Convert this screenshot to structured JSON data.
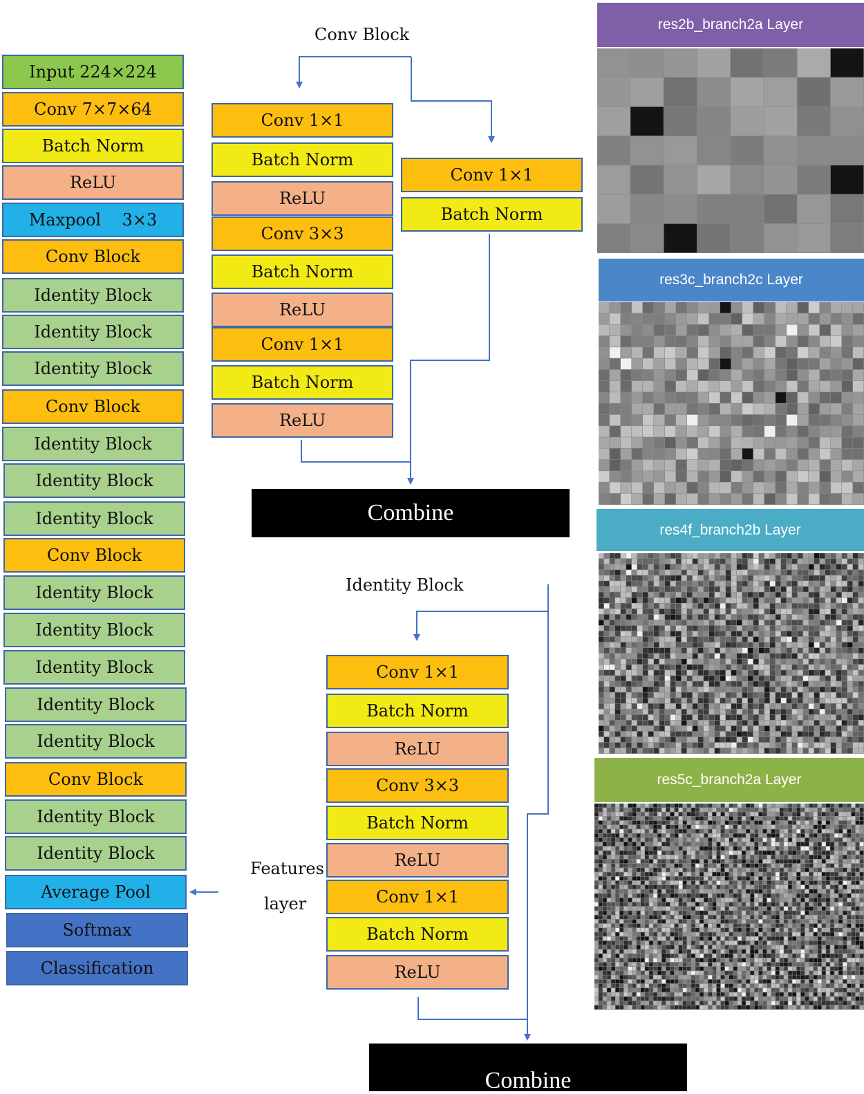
{
  "colors": {
    "input": "#8cc84b",
    "conv": "#fdbe10",
    "batchnorm": "#f2ea14",
    "relu": "#f4b188",
    "pool": "#22b0e8",
    "identity": "#a9d18e",
    "softmax": "#4472c4",
    "arrow": "#4472c4"
  },
  "main_column": [
    {
      "label": "Input 224×224",
      "kind": "input"
    },
    {
      "label": "Conv 7×7×64",
      "kind": "conv"
    },
    {
      "label": "Batch Norm",
      "kind": "batchnorm"
    },
    {
      "label": "ReLU",
      "kind": "relu"
    },
    {
      "label": "Maxpool    3×3",
      "kind": "pool"
    },
    {
      "label": "Conv Block",
      "kind": "conv"
    },
    {
      "label": "Identity Block",
      "kind": "identity"
    },
    {
      "label": "Identity Block",
      "kind": "identity"
    },
    {
      "label": "Identity Block",
      "kind": "identity"
    },
    {
      "label": "Conv Block",
      "kind": "conv"
    },
    {
      "label": "Identity Block",
      "kind": "identity"
    },
    {
      "label": "Identity Block",
      "kind": "identity"
    },
    {
      "label": "Identity Block",
      "kind": "identity"
    },
    {
      "label": "Conv Block",
      "kind": "conv"
    },
    {
      "label": "Identity Block",
      "kind": "identity"
    },
    {
      "label": "Identity Block",
      "kind": "identity"
    },
    {
      "label": "Identity Block",
      "kind": "identity"
    },
    {
      "label": "Identity Block",
      "kind": "identity"
    },
    {
      "label": "Identity Block",
      "kind": "identity"
    },
    {
      "label": "Conv Block",
      "kind": "conv"
    },
    {
      "label": "Identity Block",
      "kind": "identity"
    },
    {
      "label": "Identity Block",
      "kind": "identity"
    },
    {
      "label": "Average Pool",
      "kind": "pool"
    },
    {
      "label": "Softmax",
      "kind": "softmax"
    },
    {
      "label": "Classification",
      "kind": "softmax"
    }
  ],
  "conv_block": {
    "title": "Conv Block",
    "main_path": [
      {
        "label": "Conv 1×1",
        "kind": "conv"
      },
      {
        "label": "Batch Norm",
        "kind": "batchnorm"
      },
      {
        "label": "ReLU",
        "kind": "relu"
      },
      {
        "label": "Conv 3×3",
        "kind": "conv"
      },
      {
        "label": "Batch Norm",
        "kind": "batchnorm"
      },
      {
        "label": "ReLU",
        "kind": "relu"
      },
      {
        "label": "Conv 1×1",
        "kind": "conv"
      },
      {
        "label": "Batch Norm",
        "kind": "batchnorm"
      },
      {
        "label": "ReLU",
        "kind": "relu"
      }
    ],
    "shortcut": [
      {
        "label": "Conv 1×1",
        "kind": "conv"
      },
      {
        "label": "Batch Norm",
        "kind": "batchnorm"
      }
    ],
    "combine": "Combine"
  },
  "identity_block": {
    "title": "Identity Block",
    "main_path": [
      {
        "label": "Conv 1×1",
        "kind": "conv"
      },
      {
        "label": "Batch Norm",
        "kind": "batchnorm"
      },
      {
        "label": "ReLU",
        "kind": "relu"
      },
      {
        "label": "Conv 3×3",
        "kind": "conv"
      },
      {
        "label": "Batch Norm",
        "kind": "batchnorm"
      },
      {
        "label": "ReLU",
        "kind": "relu"
      },
      {
        "label": "Conv 1×1",
        "kind": "conv"
      },
      {
        "label": "Batch Norm",
        "kind": "batchnorm"
      },
      {
        "label": "ReLU",
        "kind": "relu"
      }
    ],
    "combine": "Combine"
  },
  "features_label": {
    "line1": "Features",
    "line2": "layer"
  },
  "feature_maps": [
    {
      "title": "res2b_branch2a Layer",
      "color": "#7f5fa8"
    },
    {
      "title": "res3c_branch2c Layer",
      "color": "#4a86c8"
    },
    {
      "title": "res4f_branch2b Layer",
      "color": "#4bacc6"
    },
    {
      "title": "res5c_branch2a Layer",
      "color": "#8db348"
    }
  ]
}
